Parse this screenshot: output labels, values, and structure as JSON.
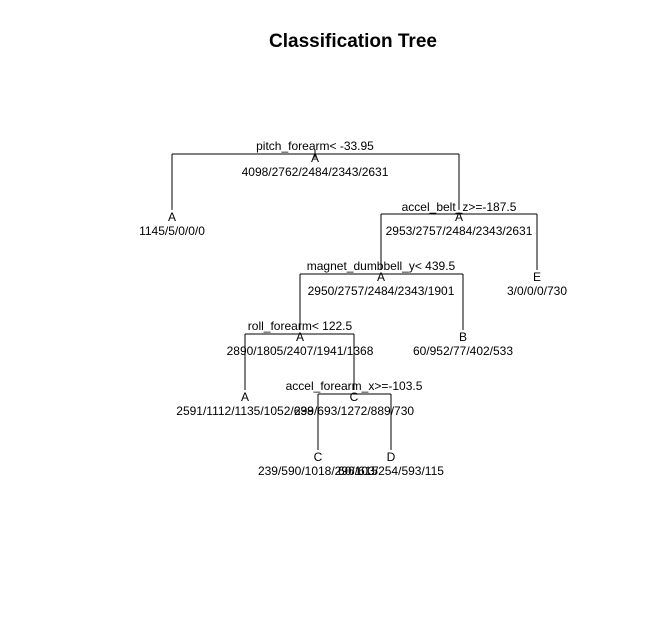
{
  "title": "Classification Tree",
  "nodes": {
    "root": {
      "split": "pitch_forearm< -33.95",
      "class": "A",
      "counts": "4098/2762/2484/2343/2631"
    },
    "left_leaf_a": {
      "class": "A",
      "counts": "1145/5/0/0/0"
    },
    "accel_belt": {
      "split": "accel_belt_z>=-187.5",
      "class": "A",
      "counts": "2953/2757/2484/2343/2631"
    },
    "magnet_dumbbell": {
      "split": "magnet_dumbbell_y< 439.5",
      "class": "A",
      "counts": "2950/2757/2484/2343/1901"
    },
    "leaf_e": {
      "class": "E",
      "counts": "3/0/0/0/730"
    },
    "roll_forearm": {
      "split": "roll_forearm< 122.5",
      "class": "A",
      "counts": "2890/1805/2407/1941/1368"
    },
    "leaf_b": {
      "class": "B",
      "counts": "60/952/77/402/533"
    },
    "leaf_a2": {
      "class": "A",
      "counts": "2591/1112/1135/1052/638"
    },
    "accel_forearm": {
      "split": "accel_forearm_x>=-103.5",
      "class": "C",
      "counts": "299/693/1272/889/730"
    },
    "leaf_c": {
      "class": "C",
      "counts": "239/590/1018/296/615"
    },
    "leaf_d": {
      "class": "D",
      "counts": "60/103/254/593/115"
    }
  }
}
